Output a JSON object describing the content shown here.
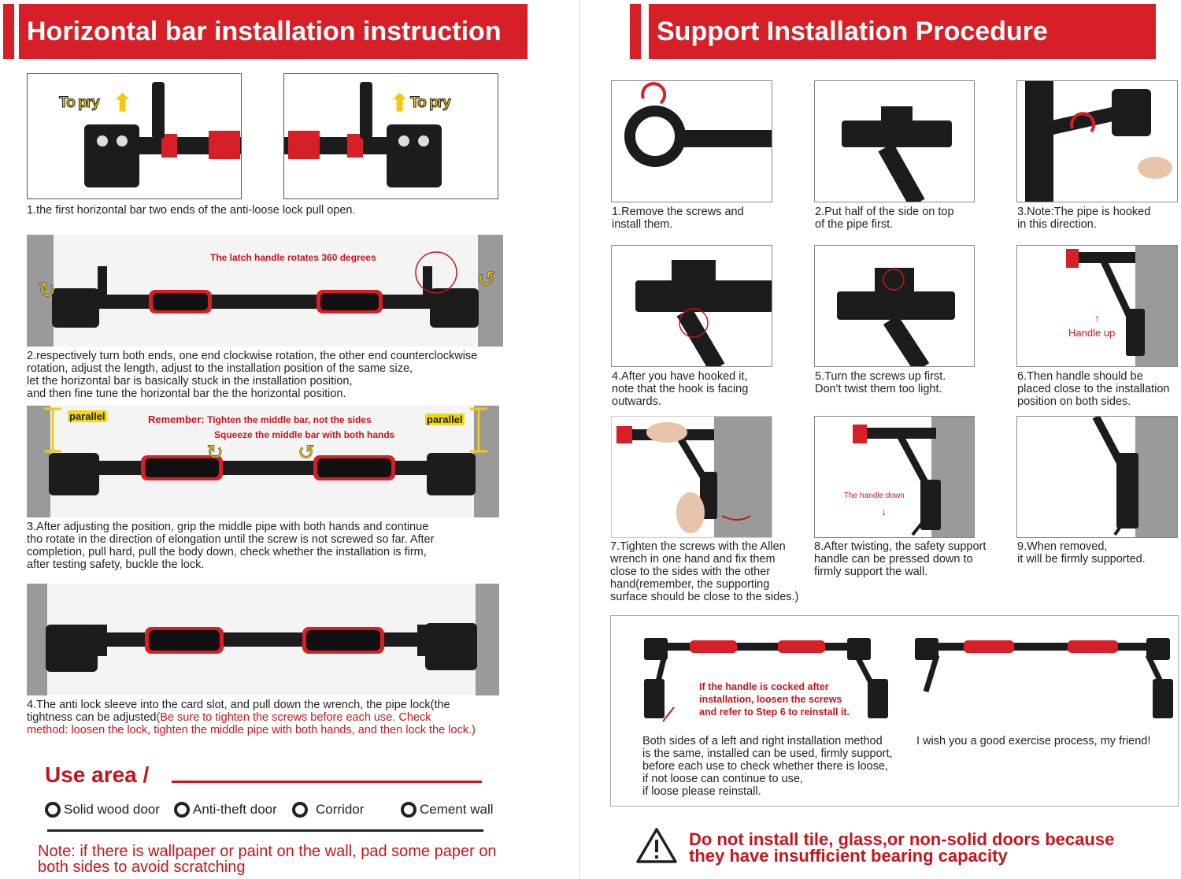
{
  "left": {
    "banner_title": "Horizontal bar installation instruction",
    "step1": {
      "label_left": "To pry",
      "label_right": "To pry",
      "caption": "1.the first horizontal bar two ends of the anti-loose lock pull open."
    },
    "step2": {
      "annotation": "The latch handle rotates 360 degrees",
      "caption": "2.respectively turn both ends, one end clockwise rotation, the other end counterclockwise\nrotation, adjust the length, adjust to the installation position of the same size,\nlet the horizontal bar is basically stuck in the installation position,\nand then fine tune the horizontal bar the the horizontal position."
    },
    "step3": {
      "parallel_left": "parallel",
      "parallel_right": "parallel",
      "remember_prefix": "Remember:",
      "remember_text": "Tighten the middle bar, not the sides",
      "squeeze_text": "Squeeze the middle bar with both hands",
      "caption": "3.After adjusting the position, grip the middle pipe with both hands and continue\ntho rotate in the direction of elongation until the screw is not screwed so far. After\ncompletion, pull hard, pull the body down, check whether the installation is firm,\nafter testing safety, buckle the lock."
    },
    "step4": {
      "caption_line1": "4.The anti lock sleeve into the card slot, and pull down the wrench, the pipe lock(the",
      "caption_line2": "tightness can be adjusted",
      "caption_red": "(Be sure to tighten the screws before each use. Check\nmethod: loosen the lock, tighten the middle pipe with both hands, and then lock the lock.)"
    },
    "use_area": {
      "title": "Use area /",
      "items": [
        "Solid wood door",
        "Anti-theft door",
        "Corridor",
        "Cement wall"
      ]
    },
    "note": "Note: if there is wallpaper or paint on the wall, pad some paper on\nboth sides to avoid scratching"
  },
  "right": {
    "banner_title": "Support Installation Procedure",
    "steps": [
      {
        "caption": "1.Remove the screws and\ninstall them."
      },
      {
        "caption": "2.Put half of the side on top\nof the pipe first."
      },
      {
        "caption": "3.Note:The pipe is hooked\nin this direction."
      },
      {
        "caption": "4.After you have hooked it,\nnote that the hook is facing\noutwards."
      },
      {
        "caption": "5.Turn the screws up first.\nDon't twist them too light."
      },
      {
        "caption": "6.Then handle should be\nplaced close to the installation\nposition on both sides.",
        "label": "Handle up"
      },
      {
        "caption": "7.Tighten the screws with the Allen\nwrench in one hand and fix them\nclose to the sides with the other\nhand(remember, the supporting\nsurface should be close to the sides.)"
      },
      {
        "caption": "8.After twisting, the safety support\nhandle can be pressed down to\nfirmly support the wall.",
        "label": "The handle down"
      },
      {
        "caption": "9.When removed,\nit will be firmly supported."
      }
    ],
    "bottom": {
      "red_note": "If the handle is cocked after\ninstallation, loosen the screws\nand refer to Step 6 to reinstall it.",
      "left_text": "Both sides of a left and right installation method\nis the same, installed can be used, firmly support,\n before each use to check whether there is loose,\nif not loose can continue to use,\n if loose please reinstall.",
      "right_text": "I wish you a good exercise process, my friend!"
    },
    "warning": "Do not install tile, glass,or non-solid doors because\nthey have insufficient bearing capacity"
  },
  "colors": {
    "brand_red": "#d61f26",
    "bar_black": "#1c1c1c",
    "wall_gray": "#9a9a9a",
    "label_yellow": "#f5d80f"
  }
}
